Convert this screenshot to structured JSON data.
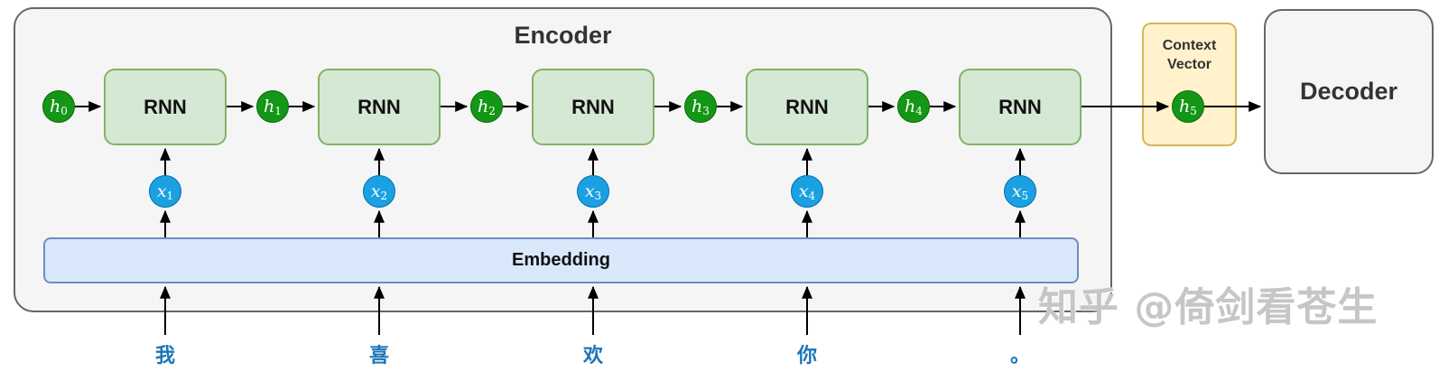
{
  "encoder": {
    "title": "Encoder",
    "embedding_label": "Embedding",
    "initial_state": {
      "base": "h",
      "sub": "0"
    },
    "units": [
      {
        "rnn_label": "RNN",
        "input": {
          "base": "x",
          "sub": "1"
        },
        "output_state": {
          "base": "h",
          "sub": "1"
        },
        "token": "我"
      },
      {
        "rnn_label": "RNN",
        "input": {
          "base": "x",
          "sub": "2"
        },
        "output_state": {
          "base": "h",
          "sub": "2"
        },
        "token": "喜"
      },
      {
        "rnn_label": "RNN",
        "input": {
          "base": "x",
          "sub": "3"
        },
        "output_state": {
          "base": "h",
          "sub": "3"
        },
        "token": "欢"
      },
      {
        "rnn_label": "RNN",
        "input": {
          "base": "x",
          "sub": "4"
        },
        "output_state": {
          "base": "h",
          "sub": "4"
        },
        "token": "你"
      },
      {
        "rnn_label": "RNN",
        "input": {
          "base": "x",
          "sub": "5"
        },
        "output_state": {
          "base": "h",
          "sub": "5"
        },
        "token": "。"
      }
    ]
  },
  "context_vector": {
    "label_line1": "Context",
    "label_line2": "Vector",
    "state": {
      "base": "h",
      "sub": "5"
    }
  },
  "decoder": {
    "title": "Decoder"
  },
  "watermark": "知乎 @倚剑看苍生",
  "colors": {
    "container_fill": "#f5f5f5",
    "container_stroke": "#666666",
    "rnn_fill": "#d5e8d4",
    "rnn_stroke": "#82b366",
    "hidden_state_fill": "#149616",
    "input_state_fill": "#1ba1e2",
    "embedding_fill": "#dae8fc",
    "embedding_stroke": "#6c8ebf",
    "context_fill": "#fff2cc",
    "context_stroke": "#d6b656",
    "token_text": "#1c75b8",
    "watermark_text": "#c6c6c6"
  }
}
